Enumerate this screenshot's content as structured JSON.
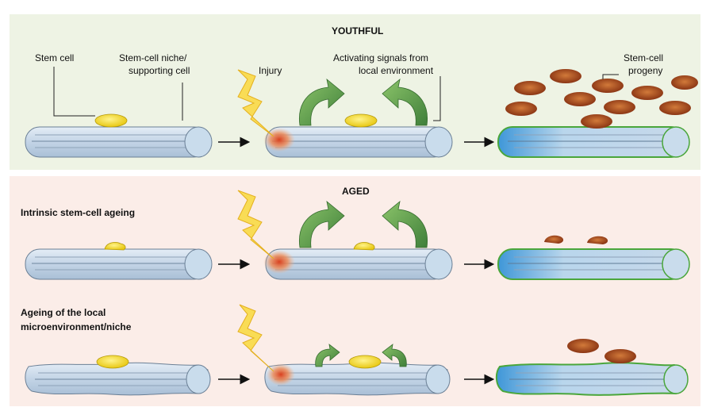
{
  "youthful": {
    "heading": "YOUTHFUL",
    "labels": {
      "stem_cell": "Stem cell",
      "niche_line1": "Stem-cell niche/",
      "niche_line2": "supporting cell",
      "injury": "Injury",
      "signals_line1": "Activating signals from",
      "signals_line2": "local environment",
      "progeny_line1": "Stem-cell",
      "progeny_line2": "progeny"
    }
  },
  "aged": {
    "heading": "AGED",
    "row1_title": "Intrinsic stem-cell ageing",
    "row2_title_line1": "Ageing of the local",
    "row2_title_line2": "microenvironment/niche"
  },
  "colors": {
    "youthful_bg": "#eef3e4",
    "aged_bg": "#fbede8",
    "fiber": "#c9d9ea",
    "stem_cell": "#f2d81f",
    "progeny": "#a9481c",
    "signal_arrow": "#5d9e4c",
    "injury_bolt": "#f8d94a",
    "injury_site": "#e0512a",
    "regenerated_outline": "#4aa63b"
  }
}
